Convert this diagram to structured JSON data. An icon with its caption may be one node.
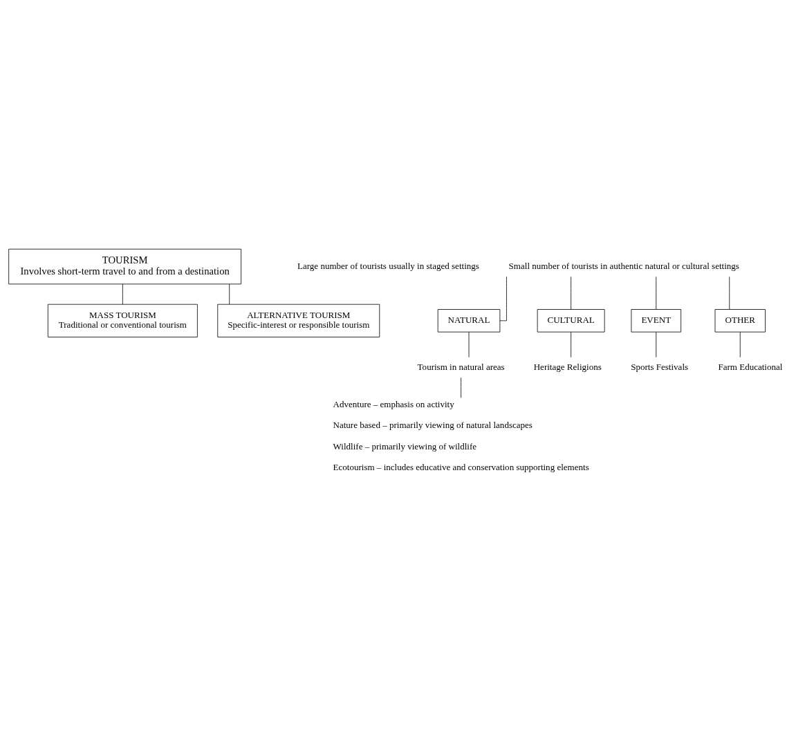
{
  "diagram": {
    "nodes": [
      {
        "text": [
          "TOURISM",
          "Involves short-term travel to and from a destination"
        ]
      },
      {
        "text": [
          "MASS TOURISM",
          "Traditional or conventional tourism"
        ]
      },
      {
        "text": [
          "ALTERNATIVE TOURISM",
          "Specific-interest or responsible tourism"
        ]
      },
      {
        "text": [
          "Small number of tourists in authentic natural or cultural settings"
        ]
      },
      {
        "text": [
          "NATURAL"
        ]
      },
      {
        "text": [
          "CULTURAL"
        ]
      },
      {
        "text": [
          "EVENT"
        ]
      },
      {
        "text": [
          "OTHER"
        ]
      },
      {
        "text": [
          "Tourism in natural areas"
        ]
      },
      {
        "text": [
          "Heritage Religions"
        ]
      },
      {
        "text": [
          "Sports Festivals"
        ]
      },
      {
        "text": [
          "Farm Educational"
        ]
      },
      {
        "text": [
          "Adventure – emphasis on activity",
          "Nature based – primarily viewing of natural landscapes",
          "Wildlife – primarily viewing of wildlife",
          "Ecotourism – includes educative and conservation supporting elements"
        ]
      }
    ],
    "edges": [
      {
        "from": 0,
        "to": 1,
        "arrow": "none"
      },
      {
        "from": 0,
        "to": 2,
        "arrow": "none"
      },
      {
        "from": 3,
        "to": 4,
        "arrow": "none"
      },
      {
        "from": 3,
        "to": 5,
        "arrow": "none"
      },
      {
        "from": 3,
        "to": 6,
        "arrow": "none"
      },
      {
        "from": 3,
        "to": 7,
        "arrow": "none"
      },
      {
        "from": 4,
        "to": 8,
        "arrow": "none"
      },
      {
        "from": 5,
        "to": 9,
        "arrow": "none"
      },
      {
        "from": 6,
        "to": 10,
        "arrow": "none"
      },
      {
        "from": 7,
        "to": 11,
        "arrow": "none"
      },
      {
        "from": 8,
        "to": 12,
        "arrow": "none"
      }
    ],
    "labels": [
      "Large number of tourists usually in staged settings"
    ]
  }
}
